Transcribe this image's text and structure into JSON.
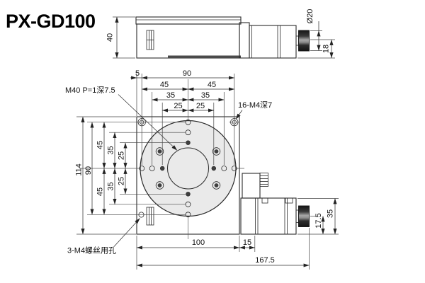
{
  "title": "PX-GD100",
  "side_view": {
    "dim_height": "40",
    "dim_knob_diameter": "Ø20",
    "dim_knob_center_height": "18"
  },
  "plan_view": {
    "top_dims": {
      "edge_to_hole": "5",
      "hole_span": "90",
      "left_45": "45",
      "right_45": "45",
      "left_35": "35",
      "right_35": "35",
      "left_25": "25",
      "right_25": "25"
    },
    "left_dims": {
      "plate_height": "114",
      "hole_span": "90",
      "top_45": "45",
      "bottom_45": "45",
      "top_35": "35",
      "bottom_35": "35",
      "top_25": "25",
      "bottom_25": "25"
    },
    "bottom_dims": {
      "plate_width": "100",
      "adapter_length": "15",
      "total_length": "167.5"
    },
    "right_dims": {
      "motor_height": "35",
      "knob_center_height": "17.5"
    },
    "labels": {
      "center_thread": "M40 P=1深7.5",
      "table_holes": "16-M4深7",
      "base_mount_holes": "3-M4螺丝用孔"
    }
  },
  "colors": {
    "line": "#2b2b2b",
    "body_fill": "#e7e7e7",
    "table_fill": "#eaeaea",
    "knob_dark": "#1d1d1d",
    "page_bg": "#ffffff"
  }
}
